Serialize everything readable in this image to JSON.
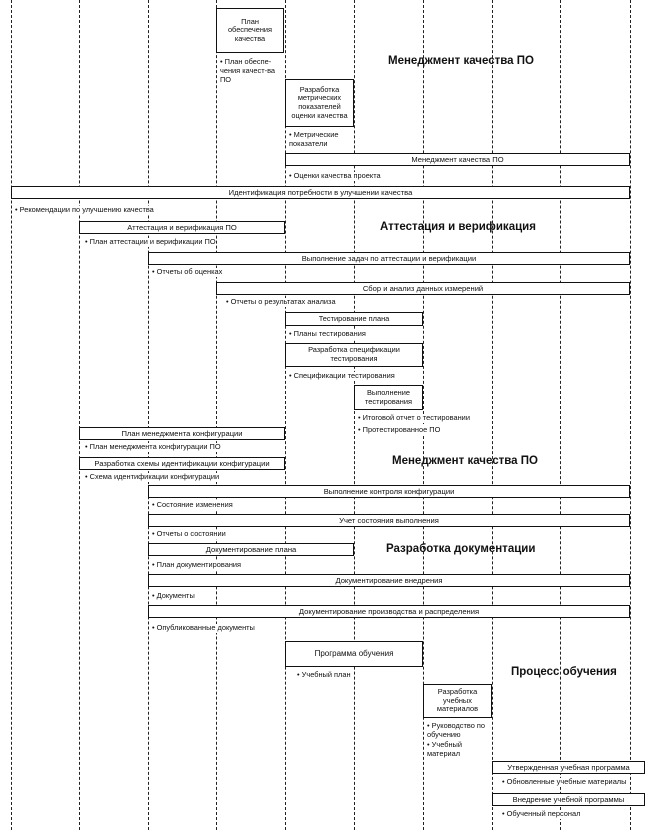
{
  "boxes": {
    "qa_plan": "План обеспечения качества",
    "metrics_dev": "Разработка метрических показателей оценки качества",
    "test_plan": "Тестирование плана",
    "test_spec": "Разработка спецификации тестирования",
    "test_exec": "Выполнение тестирования",
    "training_prog": "Программа обучения",
    "training_materials": "Разработка учебных материалов"
  },
  "bars": {
    "qm1": "Менеджмент качества ПО",
    "improve": "Идентификация потребности в улучшении качества",
    "av": "Аттестация и верификация ПО",
    "av_tasks": "Выполнение задач по аттестации и верификации",
    "data_collect": "Сбор и анализ данных измерений",
    "cfg_plan": "План менеджмента конфигурации",
    "cfg_scheme": "Разработка схемы идентификации конфигурации",
    "cfg_control": "Выполнение контроля конфигурации",
    "status": "Учет состояния выполнения",
    "doc_plan": "Документирование плана",
    "doc_impl": "Документирование внедрения",
    "doc_prod": "Документирование производства и распределения",
    "approved_prog": "Утвержденная учебная программа",
    "prog_impl": "Внедрение учебной программы"
  },
  "notes": {
    "qa_plan_out": "План обеспе-чения качест-ва ПО",
    "metrics_out": "Метрические показатели",
    "project_eval": "Оценки качества проекта",
    "recommend": "Рекомендации по улучшению качества",
    "av_plan": "План аттестации и верификации ПО",
    "eval_reports": "Отчеты об оценках",
    "analysis_reports": "Отчеты о результатах анализа",
    "test_plans": "Планы тестирования",
    "test_specs": "Спецификации тестирования",
    "final_report": "Итоговой отчет о тестировании",
    "tested_sw": "Протестированное ПО",
    "cfg_plan_out": "План менеджмента конфигурации ПО",
    "cfg_scheme_out": "Схема идентификации конфигурации",
    "change_status": "Состояние изменения",
    "status_reports": "Отчеты о состоянии",
    "doc_plan_out": "План документирования",
    "documents": "Документы",
    "published": "Опубликованные документы",
    "syllabus": "Учебный план",
    "guide": "Руководство по обучению",
    "material": "Учебный материал",
    "updated_materials": "Обновленные учебные материалы",
    "trained_staff": "Обученный персонал"
  },
  "headings": {
    "qm_top": "Менеджмент качества ПО",
    "av": "Аттестация и верификация",
    "qm_mid": "Менеджмент качества ПО",
    "docs": "Разработка документации",
    "training": "Процесс обучения"
  }
}
